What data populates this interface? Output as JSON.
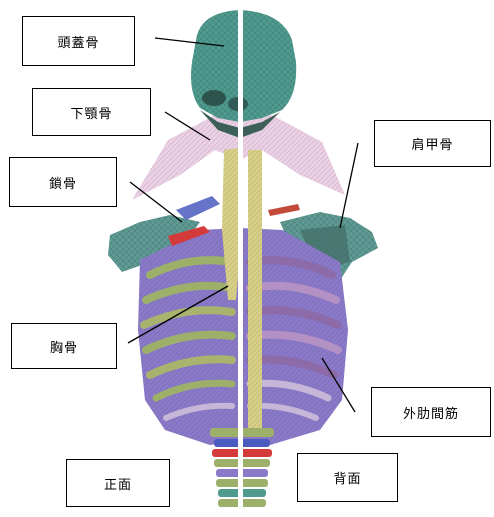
{
  "labels": {
    "skull": "頭蓋骨",
    "mandible": "下顎骨",
    "clavicle": "鎖骨",
    "scapula": "肩甲骨",
    "sternum": "胸骨",
    "external_intercostal": "外肋間筋",
    "front_view": "正面",
    "back_view": "背面"
  },
  "colors": {
    "skull_teal": "#4f9a8e",
    "rib_purple": "#8a78c8",
    "rib_green": "#9db06a",
    "spine_yellow": "#d7cf86",
    "muscle_pink": "#d9a8d0",
    "clavicle_red": "#d43a3a",
    "vertebra_blue": "#4a5bc0",
    "scapula_teal": "#5e9a93"
  }
}
